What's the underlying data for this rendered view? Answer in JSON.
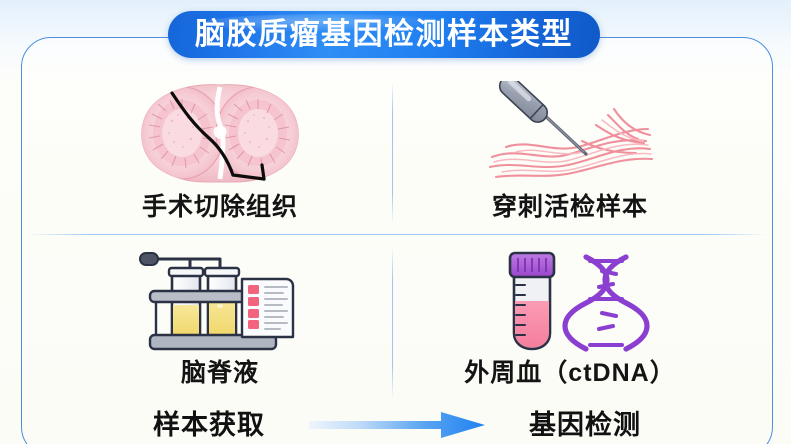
{
  "poster": {
    "title": "脑胶质瘤基因检测样本类型",
    "accent_color": "#1d73e8",
    "frame_border_color": "#4a8fe0",
    "divider_color": "#96c3f0",
    "background_color": "#fcfcf7"
  },
  "grid": {
    "cells": [
      {
        "id": "surgery",
        "label": "手术切除组织",
        "icon": "brain-tissue-histology-icon",
        "colors": {
          "tissue": "#f3bec6",
          "tissue_light": "#fbdfe4",
          "marker": "#111111"
        }
      },
      {
        "id": "biopsy",
        "label": "穿刺活检样本",
        "icon": "biopsy-needle-icon",
        "colors": {
          "needle": "#9aa2b1",
          "fibers": "#f0909c"
        }
      },
      {
        "id": "csf",
        "label": "脑脊液",
        "icon": "test-tube-rack-icon",
        "colors": {
          "fluid": "#f5e07a",
          "rack": "#aeb4bf",
          "outline": "#2b3245",
          "checkbox": "#f2647e"
        }
      },
      {
        "id": "blood",
        "label": "外周血（ctDNA）",
        "icon": "blood-tube-dna-icon",
        "colors": {
          "cap": "#a855d6",
          "blood": "#f78ba6",
          "dna": "#8b3fd1"
        }
      }
    ]
  },
  "flow": {
    "from_label": "样本获取",
    "arrow_icon": "right-arrow-icon",
    "to_label": "基因检测",
    "arrow_color_start": "#e8f2fc",
    "arrow_color_end": "#2288ef"
  }
}
